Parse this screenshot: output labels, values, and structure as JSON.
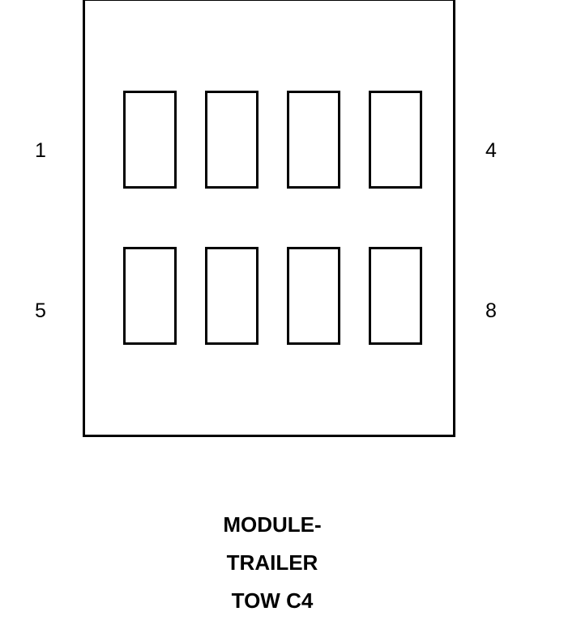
{
  "diagram": {
    "title_lines": [
      "MODULE-",
      "TRAILER",
      "TOW C4"
    ],
    "pin_labels": {
      "top_left": "1",
      "top_right": "4",
      "bottom_left": "5",
      "bottom_right": "8"
    },
    "cavity_rows": 2,
    "cavity_columns": 4,
    "colors": {
      "stroke": "#000000",
      "background": "#ffffff"
    }
  }
}
